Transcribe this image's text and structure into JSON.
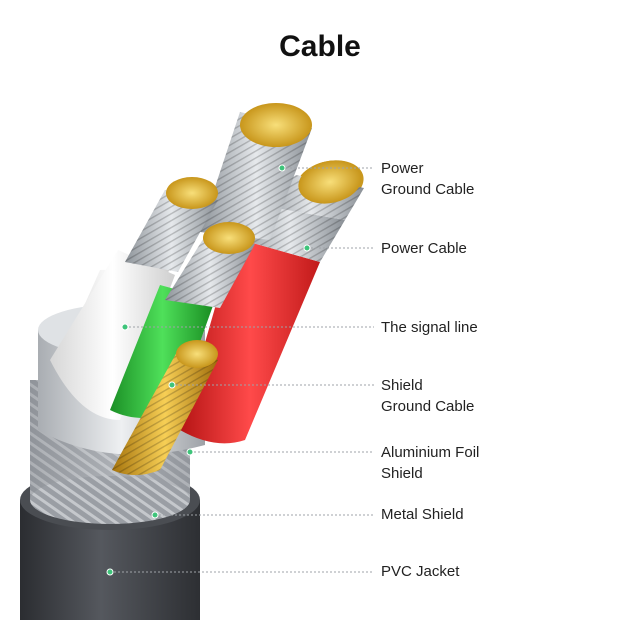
{
  "title": "Cable",
  "labels": [
    {
      "line1": "Power",
      "line2": "Ground Cable"
    },
    {
      "line1": "Power Cable",
      "line2": ""
    },
    {
      "line1": "The signal line",
      "line2": ""
    },
    {
      "line1": "Shield",
      "line2": "Ground Cable"
    },
    {
      "line1": "Aluminium Foil",
      "line2": "Shield"
    },
    {
      "line1": "Metal Shield",
      "line2": ""
    },
    {
      "line1": "PVC Jacket",
      "line2": ""
    }
  ],
  "colors": {
    "jacket": "#3a3d42",
    "metal_shield": "#9a9ea4",
    "foil": "#c9ccd0",
    "white_wire": "#f2f2f2",
    "green_wire": "#2fbf3a",
    "red_wire": "#e62b2b",
    "copper": "#d9a521",
    "strand": "#b9bec4",
    "leader_dot": "#3ec47a"
  }
}
